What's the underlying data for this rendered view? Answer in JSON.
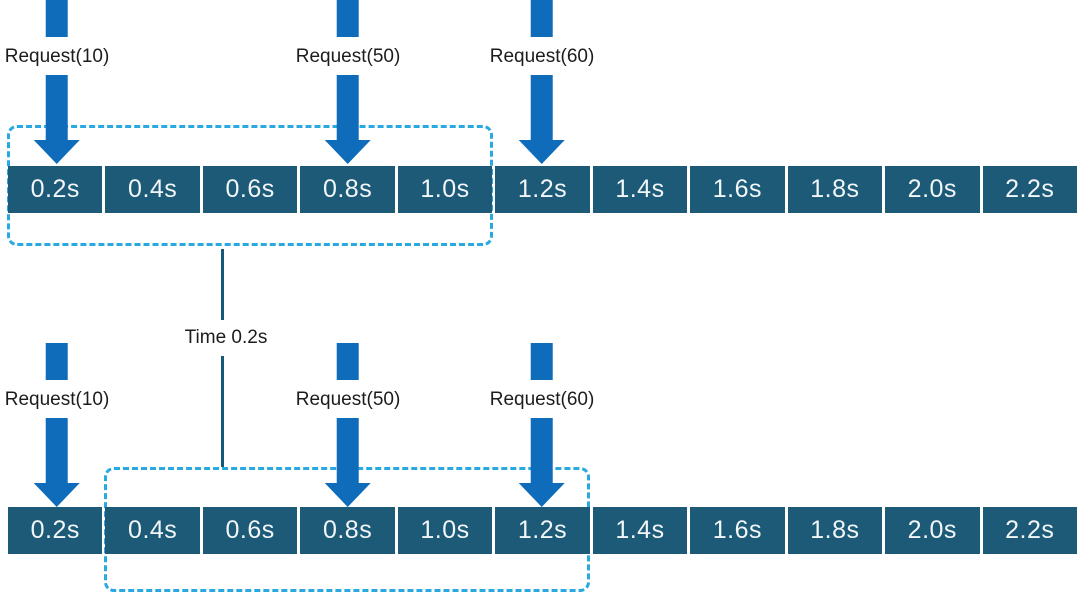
{
  "colors": {
    "cell_fill": "#1d5a78",
    "cell_text": "#f2f6f8",
    "arrow_blue": "#0f6cba",
    "window_dash": "#29a9e1",
    "connector_line": "#155878",
    "label_text": "#1c1c1c"
  },
  "timeline": {
    "cells": [
      "0.2s",
      "0.4s",
      "0.6s",
      "0.8s",
      "1.0s",
      "1.2s",
      "1.4s",
      "1.6s",
      "1.8s",
      "2.0s",
      "2.2s"
    ]
  },
  "top_diagram": {
    "requests": [
      {
        "label": "Request(10)"
      },
      {
        "label": "Request(50)"
      },
      {
        "label": "Request(60)"
      }
    ]
  },
  "bottom_diagram": {
    "requests": [
      {
        "label": "Request(10)"
      },
      {
        "label": "Request(50)"
      },
      {
        "label": "Request(60)"
      }
    ]
  },
  "connector": {
    "label": "Time 0.2s"
  }
}
